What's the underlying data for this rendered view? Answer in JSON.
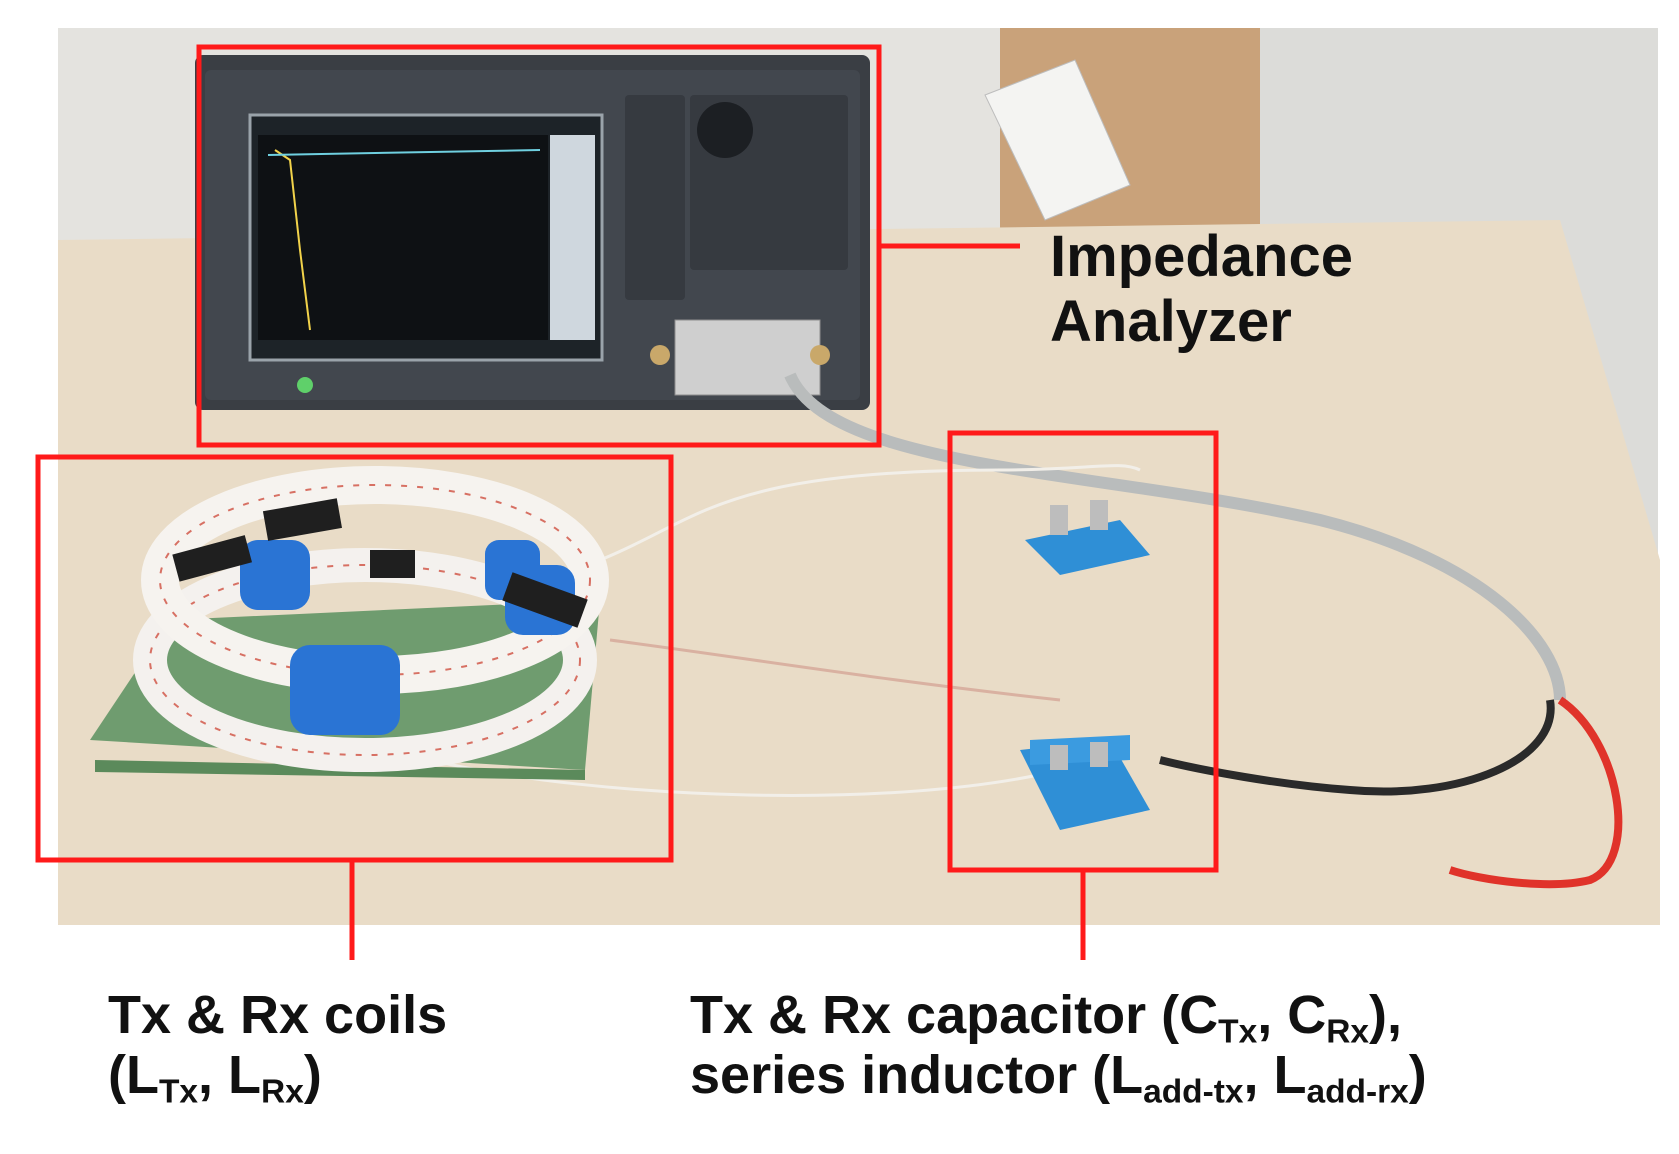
{
  "labels": {
    "analyzer": {
      "line1": "Impedance",
      "line2": "Analyzer"
    },
    "coils": {
      "line1": "Tx & Rx coils",
      "line2": {
        "open": "(L",
        "s1": "Tx",
        "mid": ", L",
        "s2": "Rx",
        "close": ")"
      }
    },
    "caps": {
      "line1": {
        "a": "Tx & Rx capacitor (C",
        "s1": "Tx",
        "b": ",   C",
        "s2": "Rx",
        "c": "),"
      },
      "line2": {
        "a": "series inductor (L",
        "s1": "add-tx",
        "b": ", L",
        "s2": "add-rx",
        "c": ")"
      }
    }
  },
  "colors": {
    "highlight_box": "#ff1a1a",
    "table": "#e9dcc8",
    "wall": "#e6e6e2",
    "coil_base": "#6f9c6f",
    "holder": "#2f8fd6",
    "analyzer_body": "#3b3f45",
    "screen": "#0f1216",
    "cable_gray": "#b9bcbc",
    "lead_red": "#e0332a"
  },
  "icons": [
    "impedance-analyzer-device",
    "coil-pair",
    "capacitor-holder"
  ]
}
